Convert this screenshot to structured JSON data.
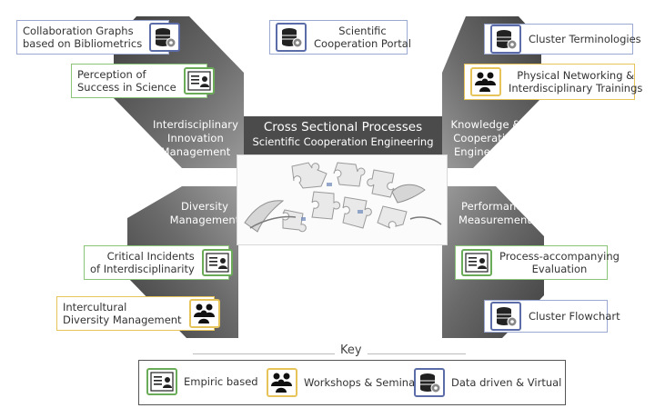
{
  "center": {
    "title": "Cross Sectional Processes",
    "subtitle": "Scientific Cooperation Engineering"
  },
  "arms": {
    "top_left": {
      "line1": "Interdisciplinary",
      "line2": "Innovation",
      "line3": "Management"
    },
    "top_right": {
      "line1": "Knowledge &",
      "line2": "Cooperation",
      "line3": "Engineering"
    },
    "bottom_left": {
      "line1": "Diversity",
      "line2": "Management"
    },
    "bottom_right": {
      "line1": "Performance",
      "line2": "Measurement"
    }
  },
  "boxes": {
    "collab_graphs": {
      "line1": "Collaboration Graphs",
      "line2": "based on Bibliometrics",
      "icon": "database-gear-icon"
    },
    "portal": {
      "line1": "Scientific",
      "line2": "Cooperation Portal",
      "icon": "database-gear-icon"
    },
    "cluster_term": {
      "line1": "Cluster Terminologies",
      "icon": "database-gear-icon"
    },
    "perception": {
      "line1": "Perception of",
      "line2": "Success in Science",
      "icon": "id-card-icon"
    },
    "physical_net": {
      "line1": "Physical Networking &",
      "line2": "Interdisciplinary Trainings",
      "icon": "group-icon"
    },
    "critical": {
      "line1": "Critical Incidents",
      "line2": "of Interdisciplinarity",
      "icon": "id-card-icon"
    },
    "intercultural": {
      "line1": "Intercultural",
      "line2": "Diversity Management",
      "icon": "group-icon"
    },
    "process_eval": {
      "line1": "Process-accompanying",
      "line2": "Evaluation",
      "icon": "id-card-icon"
    },
    "cluster_flow": {
      "line1": "Cluster Flowchart",
      "icon": "database-gear-icon"
    }
  },
  "key": {
    "title": "Key",
    "items": [
      {
        "label": "Empiric based",
        "icon": "id-card-icon"
      },
      {
        "label": "Workshops & Seminars",
        "icon": "group-icon"
      },
      {
        "label": "Data driven & Virtual",
        "icon": "database-gear-icon"
      }
    ]
  },
  "colors": {
    "empiric": "#8cc47a",
    "workshop": "#e6c45a",
    "data": "#9aa8d2",
    "arm_dark": "#505050",
    "center_header": "#4b4b4b"
  }
}
